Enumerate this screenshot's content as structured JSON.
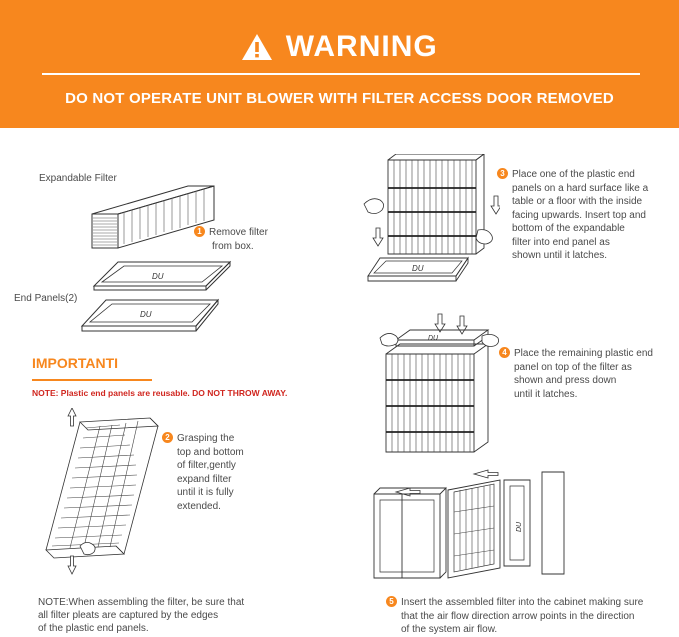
{
  "banner": {
    "title": "WARNING",
    "subtitle": "DO NOT OPERATE UNIT BLOWER WITH FILTER ACCESS DOOR REMOVED",
    "icon": "warning-triangle-icon",
    "color": "#f7871e"
  },
  "labels": {
    "expandable_filter": "Expandable Filter",
    "end_panels": "End Panels(2)",
    "panel_mark": "DU"
  },
  "important": {
    "heading": "IMPORTANTI",
    "note": "NOTE: Plastic end panels are reusable. DO NOT THROW AWAY."
  },
  "steps": [
    {
      "number": "1",
      "lines": [
        "Remove filter",
        "from box."
      ]
    },
    {
      "number": "2",
      "lines": [
        "Grasping the",
        "top and bottom",
        "of filter,gently",
        "expand filter",
        "until it is fully",
        "extended."
      ]
    },
    {
      "number": "3",
      "lines": [
        "Place one of the plastic end",
        "panels on a hard surface like a",
        "table or a floor with the inside",
        "facing upwards. Insert top and",
        "bottom of the expandable",
        "filter into end panel as",
        "shown until it latches."
      ]
    },
    {
      "number": "4",
      "lines": [
        "Place the remaining plastic end",
        "panel on top of the filter as",
        "shown and press down",
        "until it latches."
      ]
    },
    {
      "number": "5",
      "lines": [
        "Insert the assembled filter into the cabinet making sure",
        "that the air flow direction arrow points in the direction",
        "of the system air flow."
      ]
    }
  ],
  "note_bottom": {
    "lines": [
      "NOTE:When assembling the filter, be sure that",
      "all filter pleats are captured by the edges",
      "of the plastic end panels."
    ]
  }
}
